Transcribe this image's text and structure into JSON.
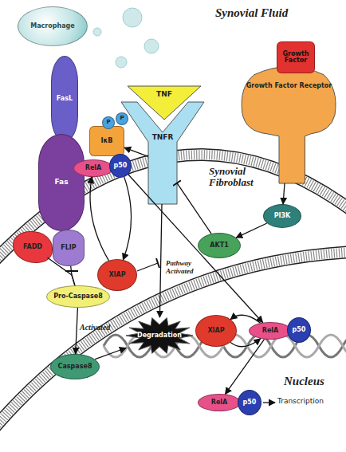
{
  "diagram": {
    "nodes": [
      {
        "text": [
          "Macrophage"
        ]
      },
      {
        "text": [
          "TNF"
        ]
      },
      {
        "text": [
          "Growth Factor"
        ]
      },
      {
        "text": [
          "FasL"
        ]
      },
      {
        "text": [
          "TNFR"
        ]
      },
      {
        "text": [
          "Growth Factor Receptor"
        ]
      },
      {
        "text": [
          "Fas"
        ]
      },
      {
        "text": [
          "P"
        ]
      },
      {
        "text": [
          "P"
        ]
      },
      {
        "text": [
          "IκB"
        ]
      },
      {
        "text": [
          "FADD"
        ]
      },
      {
        "text": [
          "FLIP"
        ]
      },
      {
        "text": [
          "RelA"
        ]
      },
      {
        "text": [
          "p50"
        ]
      },
      {
        "text": [
          "PI3K"
        ]
      },
      {
        "text": [
          "AKT1"
        ]
      },
      {
        "text": [
          "Pro-Caspase8"
        ]
      },
      {
        "text": [
          "XIAP"
        ]
      },
      {
        "text": [
          "Caspase8"
        ]
      },
      {
        "text": [
          "Degradation"
        ]
      },
      {
        "text": [
          "XIAP"
        ]
      },
      {
        "text": [
          "RelA"
        ]
      },
      {
        "text": [
          "p50"
        ]
      },
      {
        "text": [
          "RelA"
        ]
      },
      {
        "text": [
          "p50"
        ]
      }
    ],
    "edges": [
      {
        "from": 10,
        "to": 16,
        "arrow": "none"
      },
      {
        "from": 11,
        "to": 16,
        "arrow": "none"
      },
      {
        "from": 16,
        "to": 18,
        "label": "Activated",
        "arrow": "to"
      },
      {
        "from": 18,
        "to": 19,
        "arrow": "to"
      },
      {
        "from": 4,
        "to": 9,
        "arrow": "to"
      },
      {
        "from": 4,
        "to": 19,
        "label": "Pathway Activated",
        "arrow": "to"
      },
      {
        "from": 5,
        "to": 14,
        "arrow": "to"
      },
      {
        "from": 14,
        "to": 15,
        "arrow": "to"
      },
      {
        "from": 15,
        "to": 4,
        "arrow": "to"
      },
      {
        "from": 13,
        "to": 17,
        "arrow": "to"
      },
      {
        "from": 17,
        "to": 12,
        "arrow": "to"
      },
      {
        "from": 13,
        "to": 21,
        "arrow": "to"
      },
      {
        "from": 20,
        "to": 21,
        "arrow": "to"
      },
      {
        "from": 21,
        "to": 20,
        "arrow": "to"
      },
      {
        "from": 21,
        "to": 23,
        "arrow": "to"
      }
    ],
    "labels": [
      "Synovial Fluid",
      "Synovial Fibroblast",
      "Nucleus",
      "Transcription"
    ]
  }
}
